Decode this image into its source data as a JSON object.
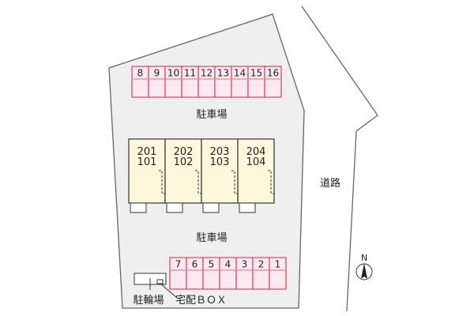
{
  "map": {
    "parking_top": {
      "label": "駐車場",
      "stalls": [
        "8",
        "9",
        "10",
        "11",
        "12",
        "13",
        "14",
        "15",
        "16"
      ]
    },
    "parking_bottom": {
      "label": "駐車場",
      "stalls": [
        "7",
        "6",
        "5",
        "4",
        "3",
        "2",
        "1"
      ]
    },
    "units": [
      {
        "upper": "201",
        "lower": "101"
      },
      {
        "upper": "202",
        "lower": "102"
      },
      {
        "upper": "203",
        "lower": "103"
      },
      {
        "upper": "204",
        "lower": "104"
      }
    ],
    "road_label": "道路",
    "bicycle_label": "駐輪場",
    "delivery_box_label": "宅配ＢＯＸ",
    "compass_label": "N",
    "colors": {
      "lot_fill": "#efefef",
      "lot_stroke": "#666666",
      "stall_fill": "#fde9ef",
      "stall_stroke": "#e0405f",
      "unit_fill": "#fdf7dc",
      "unit_stroke": "#333333"
    }
  }
}
